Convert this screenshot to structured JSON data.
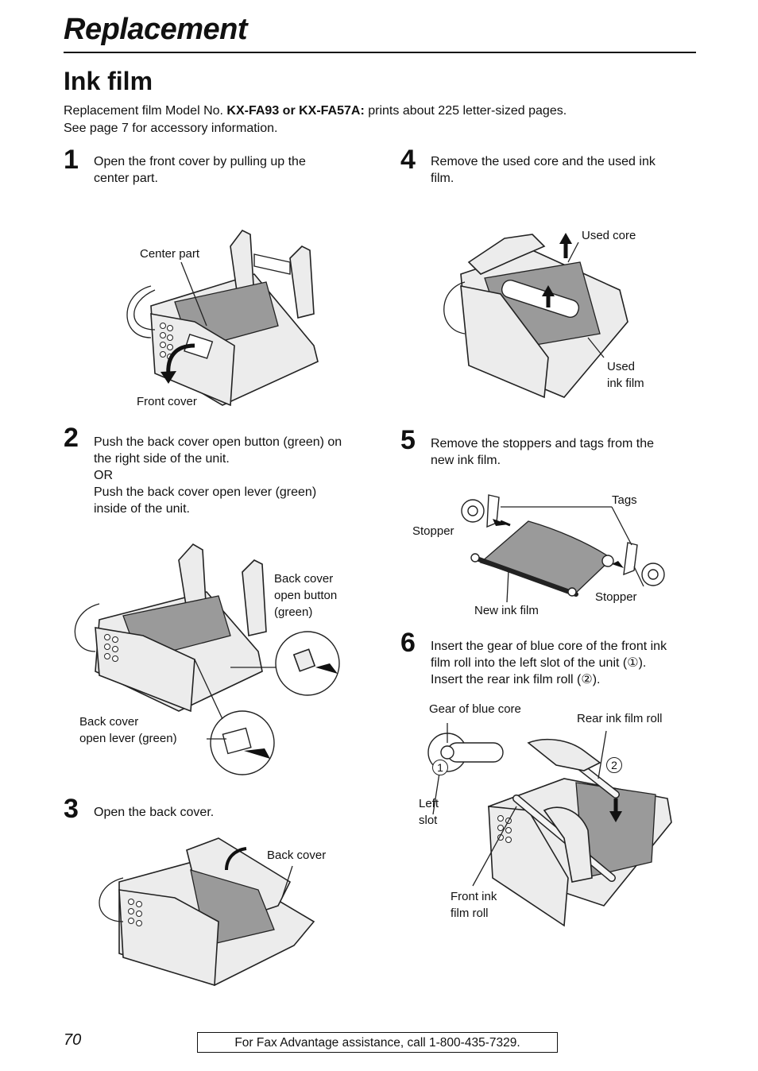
{
  "page": {
    "title": "Replacement",
    "section_title": "Ink film",
    "intro_line1_prefix": "Replacement film Model No. ",
    "intro_line1_bold": "KX-FA93 or KX-FA57A:",
    "intro_line1_suffix": " prints about 225 letter-sized pages.",
    "intro_line2": "See page 7 for accessory information.",
    "page_number": "70",
    "footer": "For Fax Advantage assistance, call 1-800-435-7329."
  },
  "steps": [
    {
      "number": "1",
      "lines": [
        "Open the front cover by pulling up the",
        "center part."
      ],
      "labels": {
        "a": "Center part",
        "b": "Front cover"
      }
    },
    {
      "number": "2",
      "lines": [
        "Push the back cover open button (green) on",
        "the right side of the unit.",
        "OR",
        "Push the back cover open lever (green)",
        "inside of the unit."
      ],
      "labels": {
        "a1": "Back cover",
        "a2": "open button",
        "a3": "(green)",
        "b1": "Back cover",
        "b2": "open lever (green)"
      }
    },
    {
      "number": "3",
      "lines": [
        "Open the back cover."
      ],
      "labels": {
        "a": "Back cover"
      }
    },
    {
      "number": "4",
      "lines": [
        "Remove the used core and the used ink",
        "film."
      ],
      "labels": {
        "a": "Used core",
        "b1": "Used",
        "b2": "ink film"
      }
    },
    {
      "number": "5",
      "lines": [
        "Remove the stoppers and tags from the",
        "new ink film."
      ],
      "labels": {
        "a": "Tags",
        "b": "Stopper",
        "c": "New ink film",
        "d": "Stopper"
      }
    },
    {
      "number": "6",
      "lines": [
        "Insert the gear of blue core of the front ink",
        "film roll into the left slot of the unit (①).",
        "Insert the rear ink film roll (②)."
      ],
      "labels": {
        "a": "Gear of blue core",
        "b": "Rear ink film roll",
        "c1": "Left",
        "c2": "slot",
        "d1": "Front ink",
        "d2": "film roll",
        "m1": "1",
        "m2": "2"
      }
    }
  ]
}
